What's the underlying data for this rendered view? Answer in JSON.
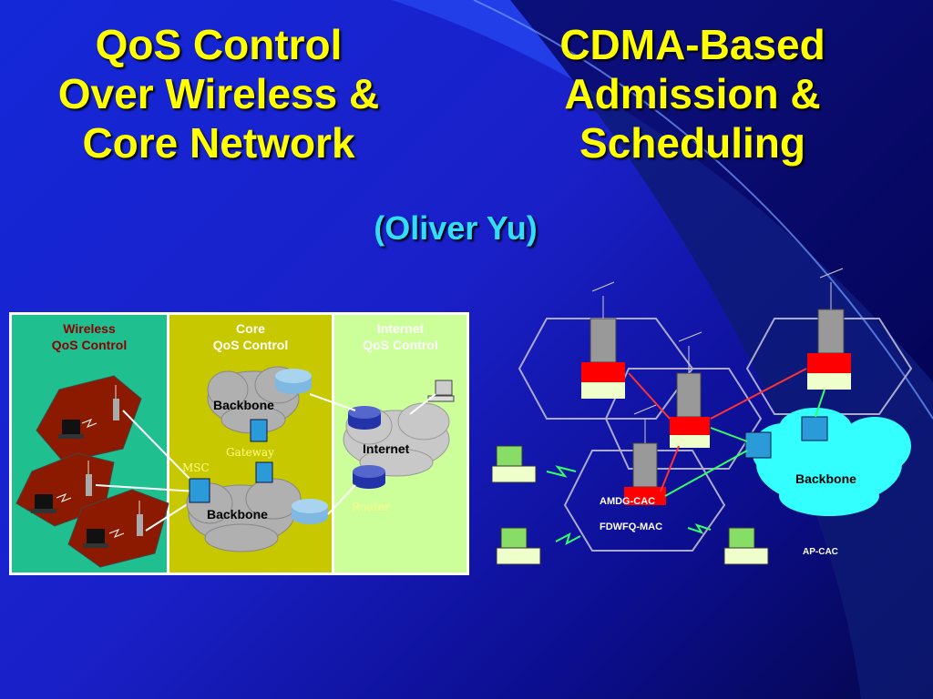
{
  "slide": {
    "title_left": [
      "QoS Control",
      "Over Wireless &",
      "Core Network"
    ],
    "title_right": [
      "CDMA-Based",
      "Admission &",
      "Scheduling"
    ],
    "author": "(Oliver Yu)"
  },
  "left_diagram": {
    "sections": [
      {
        "name": "Wireless",
        "subtitle": "QoS Control",
        "color": "#1fbf8f",
        "text_color": "#8b0000"
      },
      {
        "name": "Core",
        "subtitle": "QoS Control",
        "color": "#c8c800",
        "text_color": "#ffffff"
      },
      {
        "name": "Internet",
        "subtitle": "QoS Control",
        "color": "#ccff99",
        "text_color": "#ffffff"
      }
    ],
    "labels": {
      "backbone_top": "Backbone",
      "gateway": "Gateway",
      "msc": "MSC",
      "backbone_bottom": "Backbone",
      "internet": "Internet",
      "router": "Router"
    }
  },
  "right_diagram": {
    "labels": {
      "backbone": "Backbone",
      "amdg": "AMDG-CAC",
      "fdwfq": "FDWFQ-MAC",
      "apcac": "AP-CAC"
    },
    "colors": {
      "cloud": "#33ffff",
      "base_red": "#ff0000",
      "base_light": "#eeffcc"
    }
  },
  "icons": [
    "antenna-icon",
    "laptop-icon",
    "router-icon",
    "switch-icon",
    "cloud-icon",
    "workstation-icon",
    "server-tower-icon"
  ]
}
